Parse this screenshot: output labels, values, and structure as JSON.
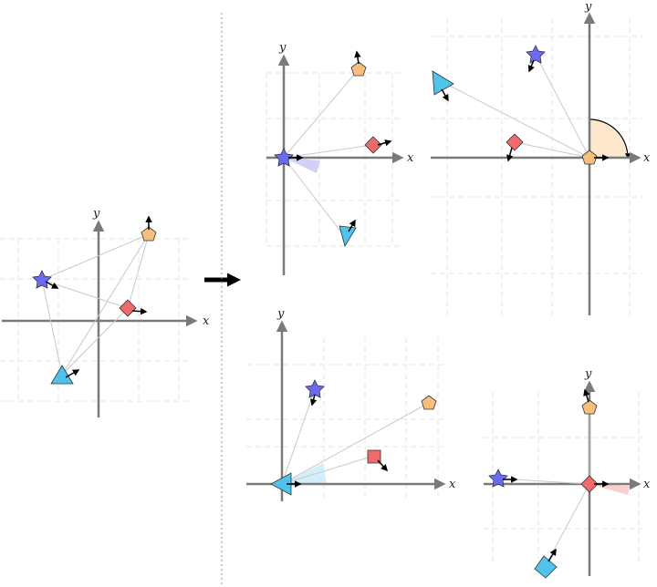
{
  "axis_labels": {
    "x": "x",
    "y": "y"
  },
  "colors": {
    "axis": "#7a7a7a",
    "grid": "#e6e6e6",
    "link": "#c9c9c9",
    "arrow": "#000000",
    "divider": "#9a9a9a",
    "star": "#6b6bf2",
    "pentagon": "#f7be7c",
    "diamond": "#ef6b6b",
    "triangle": "#4fc3ec",
    "wedge_star": "#c9c9f7",
    "wedge_pentagon": "#fde6c9",
    "wedge_triangle": "#cdeef9",
    "wedge_diamond": "#f8c9c9"
  },
  "panels": [
    {
      "id": "original",
      "role": "input",
      "wedge": "none"
    },
    {
      "id": "star-frame",
      "role": "output",
      "wedge": "star"
    },
    {
      "id": "pentagon-frame",
      "role": "output",
      "wedge": "pentagon"
    },
    {
      "id": "triangle-frame",
      "role": "output",
      "wedge": "triangle"
    },
    {
      "id": "diamond-frame",
      "role": "output",
      "wedge": "diamond"
    }
  ]
}
